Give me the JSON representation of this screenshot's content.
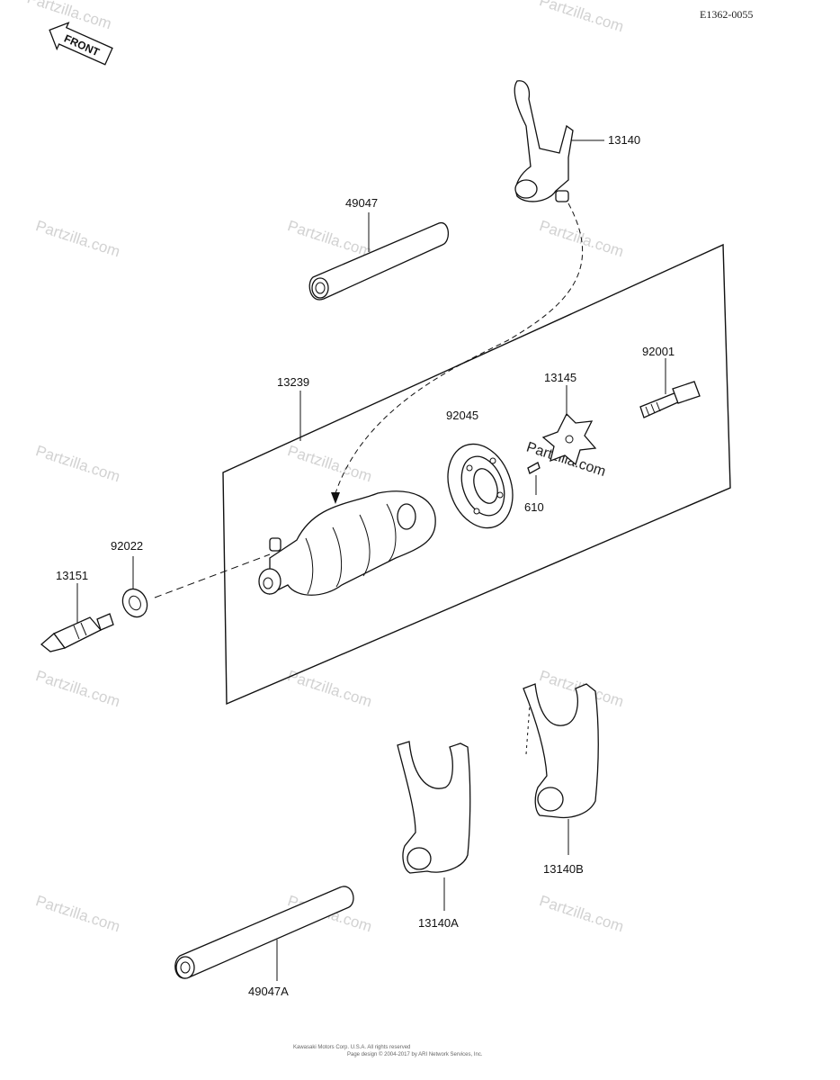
{
  "diagram_code": "E1362-0055",
  "front_label": "FRONT",
  "watermark_text": "Partzilla.com",
  "footer": {
    "line1": "Kawasaki Motors Corp. U.S.A. All rights reserved",
    "line2": "Page design © 2004-2017 by ARI Network Services, Inc."
  },
  "parts": [
    {
      "id": "p-13140",
      "number": "13140",
      "icon": "shift-fork-icon"
    },
    {
      "id": "p-49047",
      "number": "49047",
      "icon": "fork-shaft-icon"
    },
    {
      "id": "p-92001",
      "number": "92001",
      "icon": "bolt-icon"
    },
    {
      "id": "p-13239",
      "number": "13239",
      "icon": "shift-drum-icon"
    },
    {
      "id": "p-13145",
      "number": "13145",
      "icon": "star-pin-plate-icon"
    },
    {
      "id": "p-92045",
      "number": "92045",
      "icon": "ball-bearing-icon"
    },
    {
      "id": "p-610",
      "number": "610",
      "icon": "pin-icon"
    },
    {
      "id": "p-92022",
      "number": "92022",
      "icon": "washer-icon"
    },
    {
      "id": "p-13151",
      "number": "13151",
      "icon": "neutral-switch-icon"
    },
    {
      "id": "p-13140A",
      "number": "13140A",
      "icon": "shift-fork-icon"
    },
    {
      "id": "p-13140B",
      "number": "13140B",
      "icon": "shift-fork-icon"
    },
    {
      "id": "p-49047A",
      "number": "49047A",
      "icon": "fork-shaft-icon"
    }
  ]
}
